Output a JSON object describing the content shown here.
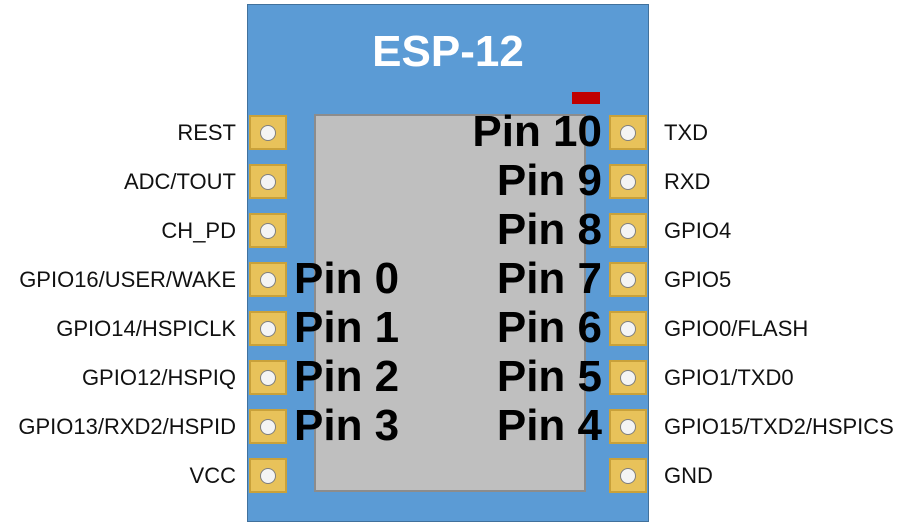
{
  "title": "ESP-12",
  "colors": {
    "board": "#5b9bd5",
    "chip": "#bfbfbf",
    "pad": "#e8c25a",
    "led": "#c00000"
  },
  "left_pins": [
    {
      "label": "REST"
    },
    {
      "label": "ADC/TOUT"
    },
    {
      "label": "CH_PD"
    },
    {
      "label": "GPIO16/USER/WAKE",
      "pin": "Pin 0"
    },
    {
      "label": "GPIO14/HSPICLK",
      "pin": "Pin 1"
    },
    {
      "label": "GPIO12/HSPIQ",
      "pin": "Pin 2"
    },
    {
      "label": "GPIO13/RXD2/HSPID",
      "pin": "Pin 3"
    },
    {
      "label": "VCC"
    }
  ],
  "right_pins": [
    {
      "label": "TXD",
      "pin": "Pin 10"
    },
    {
      "label": "RXD",
      "pin": "Pin 9"
    },
    {
      "label": "GPIO4",
      "pin": "Pin 8"
    },
    {
      "label": "GPIO5",
      "pin": "Pin 7"
    },
    {
      "label": "GPIO0/FLASH",
      "pin": "Pin 6"
    },
    {
      "label": "GPIO1/TXD0",
      "pin": "Pin 5"
    },
    {
      "label": "GPIO15/TXD2/HSPICS",
      "pin": "Pin 4"
    },
    {
      "label": "GND"
    }
  ]
}
